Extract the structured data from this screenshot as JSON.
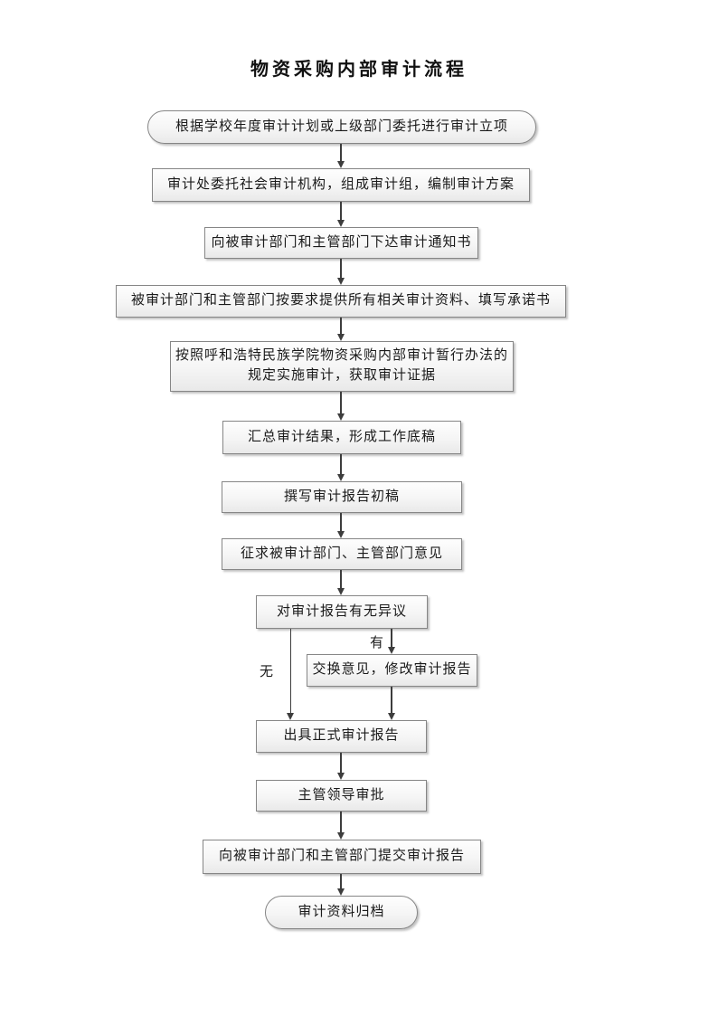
{
  "page": {
    "title": "物资采购内部审计流程"
  },
  "flowchart": {
    "accent_colors": {
      "node_border": "#868686",
      "node_fill_top": "#fefefe",
      "node_fill_bottom": "#e9e9e9",
      "connector": "#3d3d3d",
      "text": "#1a1a1a"
    },
    "nodes": [
      {
        "id": "start",
        "shape": "terminator",
        "label": "根据学校年度审计计划或上级部门委托进行审计立项"
      },
      {
        "id": "form-audit-team",
        "shape": "process",
        "label": "审计处委托社会审计机构，组成审计组，编制审计方案"
      },
      {
        "id": "issue-notice",
        "shape": "process",
        "label": "向被审计部门和主管部门下达审计通知书"
      },
      {
        "id": "provide-materials",
        "shape": "process",
        "label": "被审计部门和主管部门按要求提供所有相关审计资料、填写承诺书"
      },
      {
        "id": "implement-audit",
        "shape": "process",
        "lines": [
          "按照呼和浩特民族学院物资采购内部审计暂行办法的",
          "规定实施审计，获取审计证据"
        ]
      },
      {
        "id": "summarize-results",
        "shape": "process",
        "label": "汇总审计结果，形成工作底稿"
      },
      {
        "id": "draft-report",
        "shape": "process",
        "label": "撰写审计报告初稿"
      },
      {
        "id": "solicit-opinions",
        "shape": "process",
        "label": "征求被审计部门、主管部门意见"
      },
      {
        "id": "objection-check",
        "shape": "decision",
        "label": "对审计报告有无异议"
      },
      {
        "id": "exchange-revise",
        "shape": "process",
        "label": "交换意见，修改审计报告"
      },
      {
        "id": "issue-final-report",
        "shape": "process",
        "label": "出具正式审计报告"
      },
      {
        "id": "leader-approval",
        "shape": "process",
        "label": "主管领导审批"
      },
      {
        "id": "submit-report",
        "shape": "process",
        "label": "向被审计部门和主管部门提交审计报告"
      },
      {
        "id": "archive",
        "shape": "terminator",
        "label": "审计资料归档"
      }
    ],
    "branch_labels": {
      "no": "无",
      "yes": "有"
    }
  }
}
